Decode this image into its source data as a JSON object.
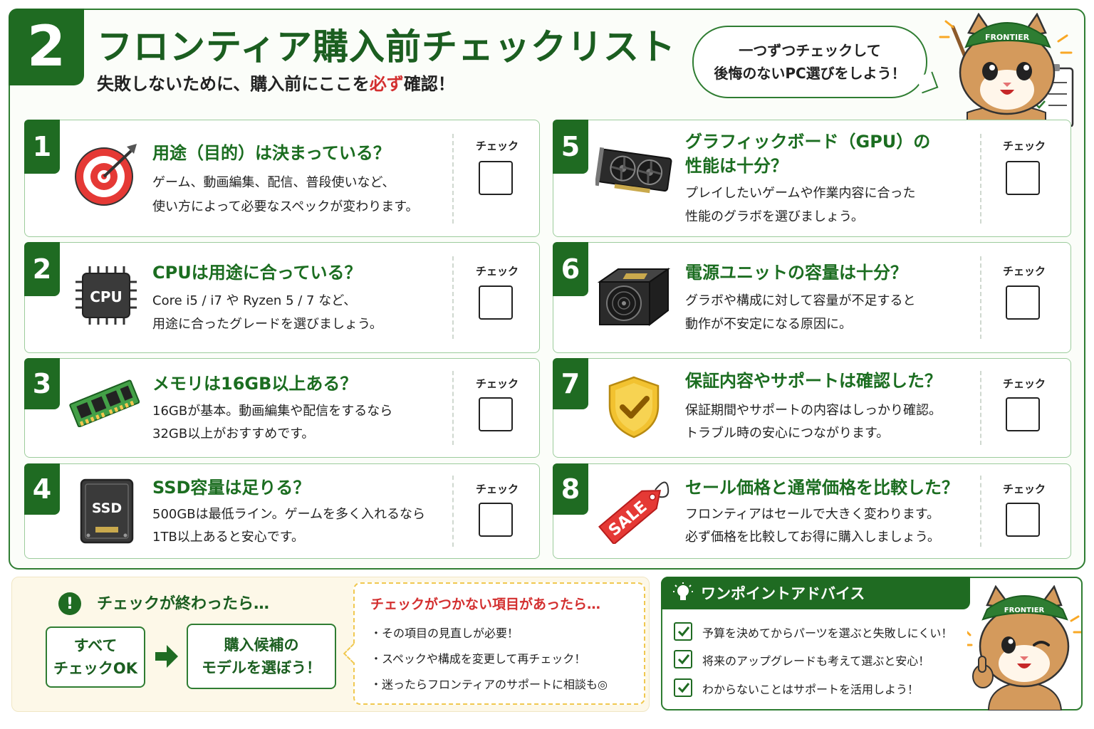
{
  "header": {
    "step_number": "2",
    "title": "フロンティア購入前チェックリスト",
    "subtitle_before": "失敗しないために、購入前にここを",
    "subtitle_emphasis": "必ず",
    "subtitle_after": "確認！",
    "bubble_line1": "一つずつチェックして",
    "bubble_line2": "後悔のないPC選びをしよう！",
    "mascot_cap_text": "FRONTIER"
  },
  "check_label": "チェック",
  "items": [
    {
      "num": "1",
      "icon": "target-icon",
      "title1": "用途（目的）は決まっている？",
      "title2": "",
      "text1": "ゲーム、動画編集、配信、普段使いなど、",
      "text2": "使い方によって必要なスペックが変わります。"
    },
    {
      "num": "2",
      "icon": "cpu-icon",
      "icon_label": "CPU",
      "title1": "CPUは用途に合っている？",
      "title2": "",
      "text1": "Core i5 / i7 や Ryzen 5 / 7 など、",
      "text2": "用途に合ったグレードを選びましょう。"
    },
    {
      "num": "3",
      "icon": "memory-icon",
      "title1": "メモリは16GB以上ある？",
      "title2": "",
      "text1": "16GBが基本。動画編集や配信をするなら",
      "text2": "32GB以上がおすすめです。"
    },
    {
      "num": "4",
      "icon": "ssd-icon",
      "icon_label": "SSD",
      "title1": "SSD容量は足りる？",
      "title2": "",
      "text1": "500GBは最低ライン。ゲームを多く入れるなら",
      "text2": "1TB以上あると安心です。"
    },
    {
      "num": "5",
      "icon": "gpu-icon",
      "title1": "グラフィックボード（GPU）の",
      "title2": "性能は十分？",
      "text1": "プレイしたいゲームや作業内容に合った",
      "text2": "性能のグラボを選びましょう。"
    },
    {
      "num": "6",
      "icon": "psu-icon",
      "title1": "電源ユニットの容量は十分？",
      "title2": "",
      "text1": "グラボや構成に対して容量が不足すると",
      "text2": "動作が不安定になる原因に。"
    },
    {
      "num": "7",
      "icon": "shield-check-icon",
      "title1": "保証内容やサポートは確認した？",
      "title2": "",
      "text1": "保証期間やサポートの内容はしっかり確認。",
      "text2": "トラブル時の安心につながります。"
    },
    {
      "num": "8",
      "icon": "sale-tag-icon",
      "icon_label": "SALE",
      "title1": "セール価格と通常価格を比較した？",
      "title2": "",
      "text1": "フロンティアはセールで大きく変わります。",
      "text2": "必ず価格を比較してお得に購入しましょう。"
    }
  ],
  "after_check": {
    "heading": "チェックが終わったら…",
    "box1_line1": "すべて",
    "box1_line2": "チェックOK",
    "box2_line1": "購入候補の",
    "box2_line2": "モデルを選ぼう！"
  },
  "unchecked": {
    "heading": "チェックがつかない項目があったら…",
    "bullets": [
      "・その項目の見直しが必要！",
      "・スペックや構成を変更して再チェック！",
      "・迷ったらフロンティアのサポートに相談も◎"
    ]
  },
  "advice": {
    "heading": "ワンポイントアドバイス",
    "items": [
      "予算を決めてからパーツを選ぶと失敗しにくい！",
      "将来のアップグレードも考えて選ぶと安心！",
      "わからないことはサポートを活用しよう！"
    ]
  },
  "colors": {
    "primary_green": "#1f6b22",
    "title_green": "#1b5e20",
    "accent_red": "#d32f2f",
    "warn_yellow": "#f0c850",
    "cream": "#fdf8e8"
  }
}
